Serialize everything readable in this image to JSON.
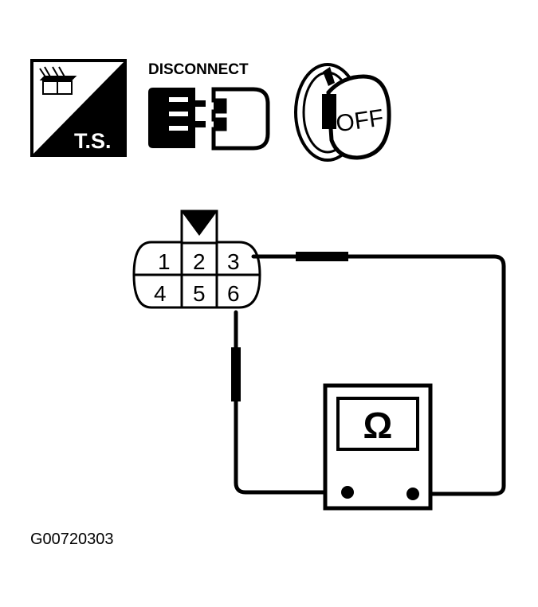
{
  "icons": {
    "ts": {
      "icon": "ts-icon",
      "label": "T.S."
    },
    "disconnect": {
      "icon": "connector-disconnect-icon",
      "label": "DISCONNECT"
    },
    "ignition": {
      "icon": "ignition-key-icon",
      "label": "OFF"
    }
  },
  "connector": {
    "pins": [
      "1",
      "2",
      "3",
      "4",
      "5",
      "6"
    ],
    "lock_marker_over_pin": "2"
  },
  "probes": [
    "3",
    "6"
  ],
  "meter": {
    "symbol": "Ω",
    "icon": "ohmmeter-icon"
  },
  "figure_id": "G00720303"
}
